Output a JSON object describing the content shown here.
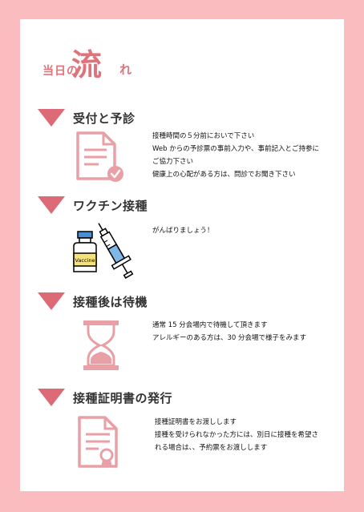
{
  "title": {
    "part1": "当日の",
    "part2": "流",
    "part3": "れ"
  },
  "sections": [
    {
      "heading": "受付と予診",
      "icon": "document-check-icon",
      "lines": [
        "接種時間の５分前においで下さい",
        "Web からの予診票の事前入力や、事前記入とご持参に",
        "ご協力下さい",
        "健康上の心配がある方は、問診でお聞き下さい"
      ]
    },
    {
      "heading": "ワクチン接種",
      "icon": "vaccine-syringe-icon",
      "vial_label": "Vaccine",
      "lines": [
        "がんばりましょう！"
      ]
    },
    {
      "heading": "接種後は待機",
      "icon": "hourglass-icon",
      "lines": [
        "通常 15 分会場内で待機して頂きます",
        "アレルギーのある方は、30 分会場で様子をみます"
      ]
    },
    {
      "heading": "接種証明書の発行",
      "icon": "certificate-icon",
      "lines": [
        "接種証明書をお渡しします",
        "接種を受けられなかった方には、別日に接種を希望さ",
        "れる場合は、、予約票をお渡しします"
      ]
    }
  ],
  "colors": {
    "border_pink": "#fbbcbf",
    "accent": "#dc6a77",
    "icon_pink": "#e8a0a6"
  }
}
